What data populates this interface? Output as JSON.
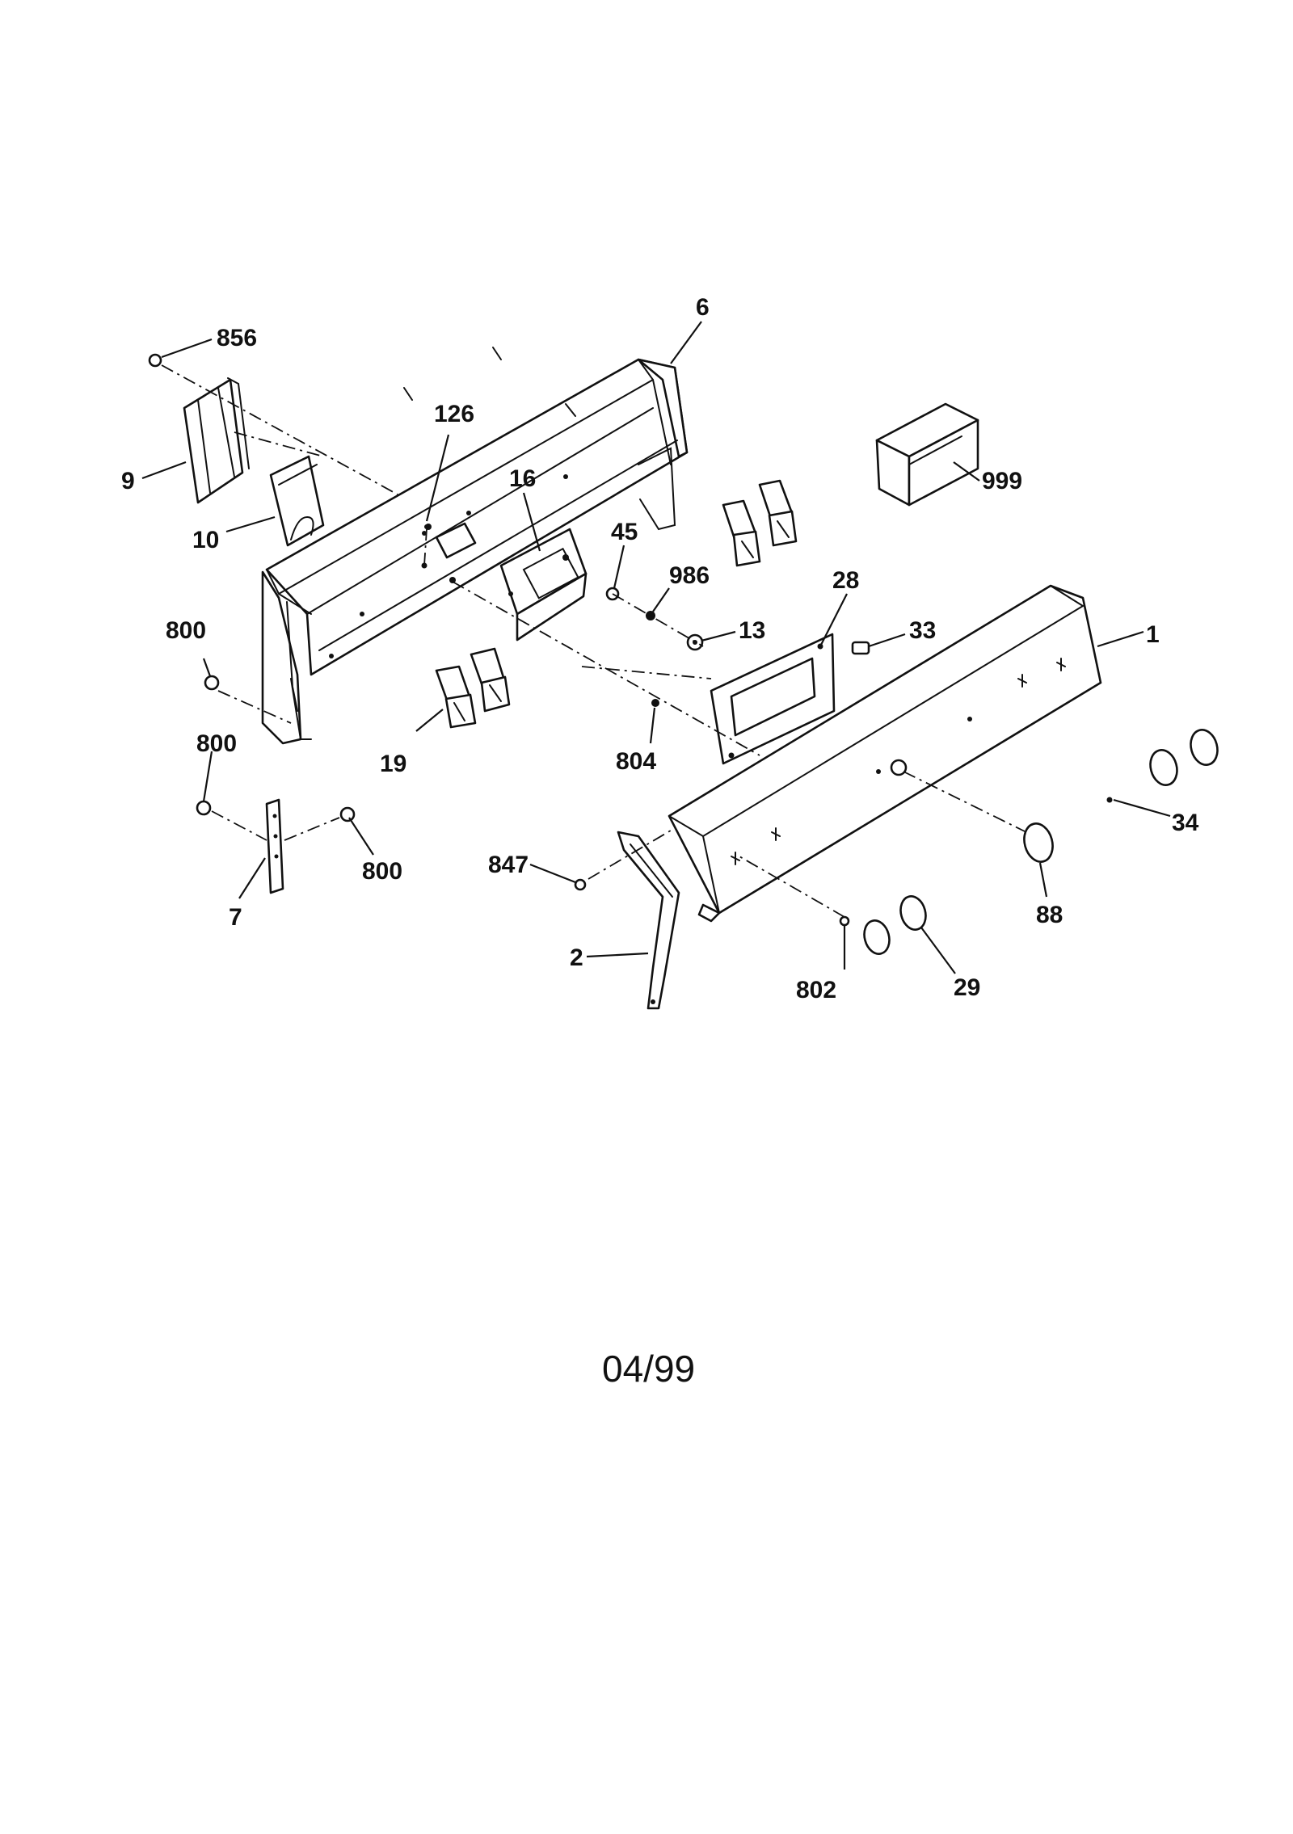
{
  "callouts": {
    "c856": "856",
    "c6": "6",
    "c126": "126",
    "c9": "9",
    "c10": "10",
    "c16": "16",
    "c45": "45",
    "c986": "986",
    "c999": "999",
    "c28": "28",
    "c33": "33",
    "c13": "13",
    "c1": "1",
    "c800a": "800",
    "c800b": "800",
    "c800c": "800",
    "c19": "19",
    "c804": "804",
    "c34": "34",
    "c847": "847",
    "c88": "88",
    "c7": "7",
    "c2": "2",
    "c802": "802",
    "c29": "29"
  },
  "footer": {
    "date": "04/99"
  }
}
